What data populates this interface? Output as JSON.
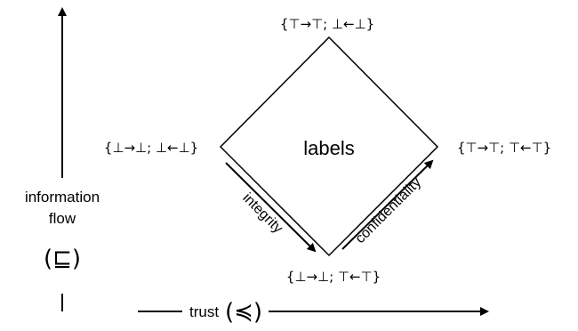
{
  "lattice": {
    "top": "{⊤→⊤; ⊥←⊥}",
    "left": "{⊥→⊥; ⊥←⊥}",
    "right": "{⊤→⊤; ⊤←⊤}",
    "bottom": "{⊥→⊥; ⊤←⊤}",
    "center": "labels"
  },
  "edges": {
    "integrity": "integrity",
    "confidentiality": "confidentiality"
  },
  "axes": {
    "vertical_line1": "information",
    "vertical_line2": "flow",
    "vertical_symbol": "(⊑)",
    "horizontal_label": "trust",
    "horizontal_symbol": "(≼)"
  }
}
